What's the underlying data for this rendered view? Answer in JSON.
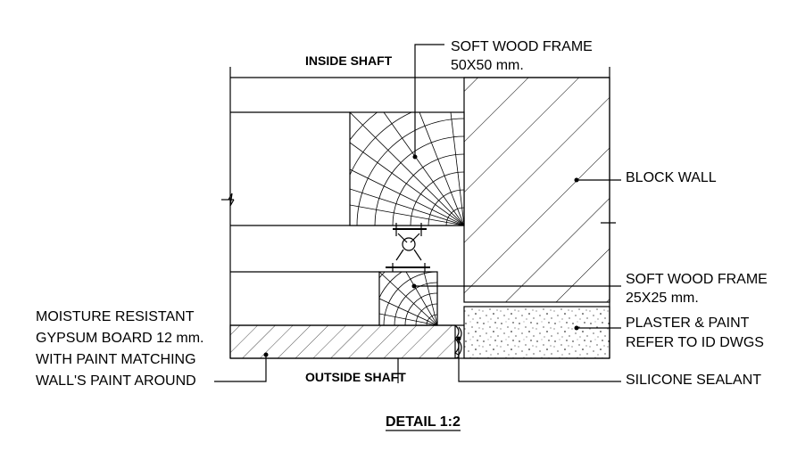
{
  "labels": {
    "inside_shaft": "INSIDE SHAFT",
    "outside_shaft": "OUTSIDE SHAFT",
    "soft_wood_frame_50": "SOFT WOOD FRAME",
    "soft_wood_frame_50_size": "50X50 mm.",
    "block_wall": "BLOCK WALL",
    "soft_wood_frame_25": "SOFT WOOD FRAME",
    "soft_wood_frame_25_size": "25X25 mm.",
    "plaster_line1": "PLASTER & PAINT",
    "plaster_line2": "REFER TO ID DWGS",
    "silicone": "SILICONE SEALANT",
    "gypsum_line1": "MOISTURE RESISTANT",
    "gypsum_line2": "GYPSUM BOARD 12 mm.",
    "gypsum_line3": "WITH PAINT MATCHING",
    "gypsum_line4": "WALL'S PAINT AROUND"
  },
  "title": "DETAIL 1:2"
}
